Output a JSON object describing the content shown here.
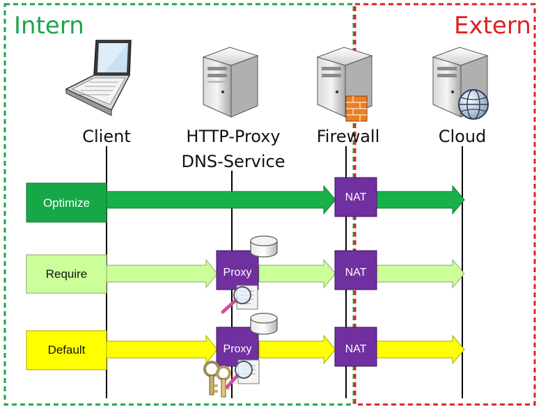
{
  "zones": {
    "intern": {
      "label": "Intern",
      "color": "#1aa64a"
    },
    "extern": {
      "label": "Extern",
      "color": "#e02020"
    }
  },
  "columns": {
    "client": {
      "label": "Client",
      "icon": "laptop-icon"
    },
    "proxy": {
      "label_line1": "HTTP-Proxy",
      "label_line2": "DNS-Service",
      "icon": "server-icon"
    },
    "firewall": {
      "label": "Firewall",
      "icon": "server-firewall-icon"
    },
    "cloud": {
      "label": "Cloud",
      "icon": "server-globe-icon"
    }
  },
  "rows": [
    {
      "label": "Optimize",
      "color": "#16a847",
      "text_color": "#ffffff",
      "arrow_color": "#18b04a",
      "steps": [
        "NAT"
      ]
    },
    {
      "label": "Require",
      "color": "#ccff99",
      "text_color": "#111111",
      "arrow_color": "#ccff99",
      "steps": [
        "Proxy",
        "NAT"
      ]
    },
    {
      "label": "Default",
      "color": "#ffff00",
      "text_color": "#111111",
      "arrow_color": "#ffff00",
      "steps": [
        "Proxy",
        "NAT"
      ]
    }
  ],
  "box_color": "#7030a0",
  "icons": {
    "database": "database-icon",
    "inspect": "magnifier-document-icon",
    "keys": "keys-icon"
  }
}
